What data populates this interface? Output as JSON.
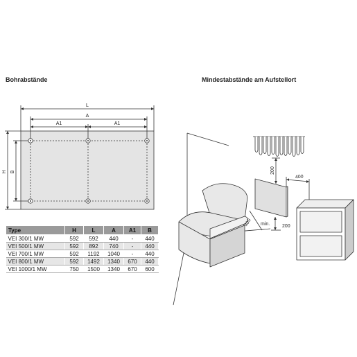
{
  "left_title": "Bohrabstände",
  "right_title": "Mindestabstände am Aufstellort",
  "drill_labels": {
    "L": "L",
    "A": "A",
    "A1_left": "A1",
    "A1_right": "A1",
    "H": "H",
    "B": "B"
  },
  "clearance_labels": {
    "top": "200",
    "right": "400",
    "front": "400",
    "bottom": "200",
    "min": "min."
  },
  "table": {
    "headers": [
      "Type",
      "H",
      "L",
      "A",
      "A1",
      "B"
    ],
    "rows": [
      [
        "VEI 300/1 MW",
        "592",
        "592",
        "440",
        "-",
        "440"
      ],
      [
        "VEI 500/1 MW",
        "592",
        "892",
        "740",
        "-",
        "440"
      ],
      [
        "VEI 700/1 MW",
        "592",
        "1192",
        "1040",
        "-",
        "440"
      ],
      [
        "VEI 800/1 MW",
        "592",
        "1492",
        "1340",
        "670",
        "440"
      ],
      [
        "VEI 1000/1 MW",
        "750",
        "1500",
        "1340",
        "670",
        "600"
      ]
    ]
  },
  "colors": {
    "line": "#333333",
    "fill_gray": "#e2e2e2",
    "table_header": "#9a9a9a"
  }
}
